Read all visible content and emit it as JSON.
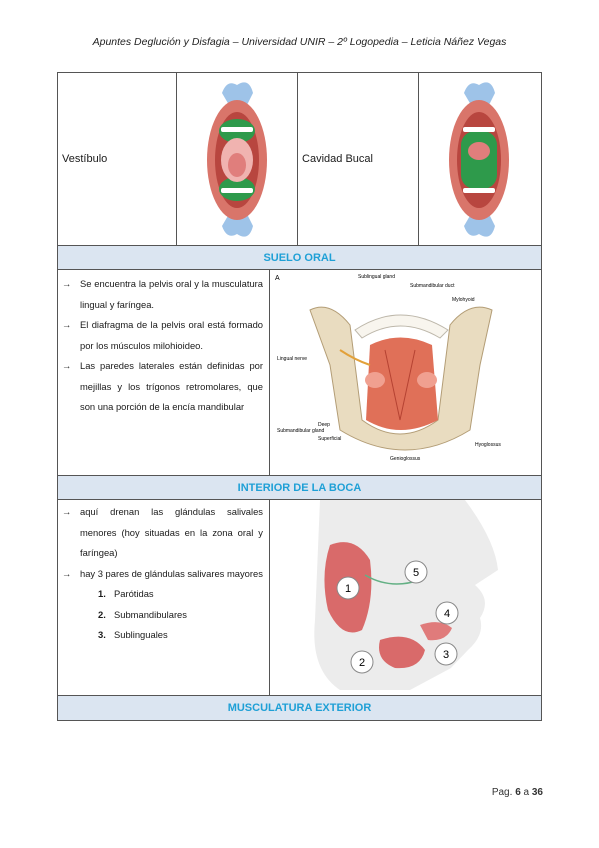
{
  "header": {
    "title": "Apuntes Deglución y Disfagia – Universidad UNIR – 2º Logopedia – Leticia Náñez Vegas"
  },
  "row1": {
    "label_left": "Vestíbulo",
    "label_right": "Cavidad Bucal"
  },
  "sections": {
    "suelo_oral": "SUELO ORAL",
    "interior_boca": "INTERIOR DE LA BOCA",
    "musculatura_exterior": "MUSCULATURA EXTERIOR"
  },
  "suelo_oral_bullets": [
    "Se encuentra la pelvis oral y la musculatura lingual y faríngea.",
    "El diafragma de la pelvis oral está formado por los músculos milohioideo.",
    "Las paredes laterales están definidas por mejillas y los trígonos retromolares, que son una porción de la encía mandibular"
  ],
  "suelo_oral_figure": {
    "panel_letter": "A",
    "labels": [
      "Sublingual gland",
      "Submandibular duct",
      "Mylohyoid",
      "Lingual nerve",
      "Deep",
      "Submandibular gland",
      "Superficial",
      "Hyoglossus",
      "Genioglossus"
    ]
  },
  "interior_bullets": [
    "aquí drenan las glándulas salivales menores (hoy situadas en la zona oral y faríngea)",
    "hay 3 pares de glándulas salivares mayores"
  ],
  "glands": [
    {
      "num": "1.",
      "name": "Parótidas"
    },
    {
      "num": "2.",
      "name": "Submandibulares"
    },
    {
      "num": "3.",
      "name": "Sublinguales"
    }
  ],
  "gland_figure": {
    "markers": [
      "1",
      "2",
      "3",
      "4",
      "5"
    ]
  },
  "arrow_glyph": "→",
  "footer": {
    "prefix": "Pag.",
    "page": "6",
    "sep": "a",
    "total": "36"
  }
}
